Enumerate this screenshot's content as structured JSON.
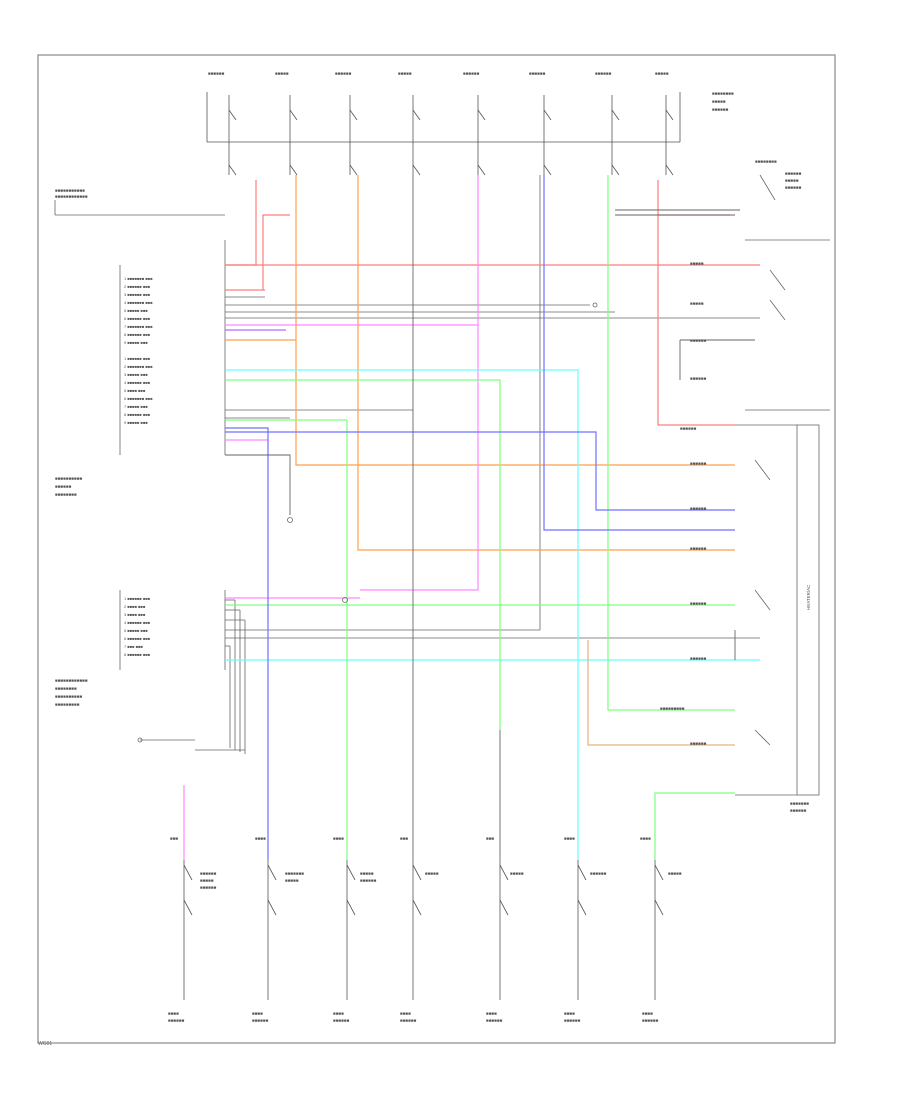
{
  "diagram": {
    "colors": {
      "frame": "#888888",
      "wire_dark": "#666666",
      "red": "#ff7c7c",
      "orange": "#ffa14a",
      "pink": "#ff88ff",
      "cyan": "#66ffff",
      "green": "#7dff7d",
      "blue": "#6f72ff",
      "violet": "#b26cff",
      "salmon": "#ff9f9f",
      "tan": "#e0a060"
    },
    "labels": {
      "vertical_side": "HEATER/AC",
      "blend_door": "BLEND DOOR",
      "ac_delay": "A/C DELAY",
      "bottom_code": "WG01"
    }
  }
}
